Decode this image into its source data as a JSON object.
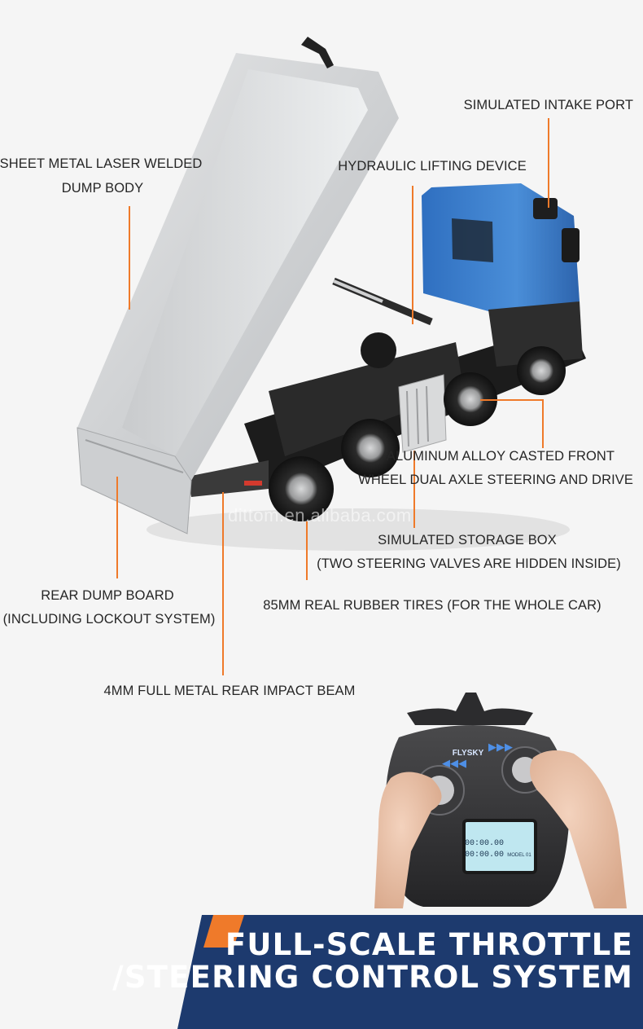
{
  "callouts": {
    "dump_body_line1": "SHEET METAL LASER WELDED",
    "dump_body_line2": "DUMP BODY",
    "hydraulic": "HYDRAULIC LIFTING DEVICE",
    "intake": "SIMULATED INTAKE PORT",
    "front_axle_line1": "ALUMINUM ALLOY CASTED FRONT",
    "front_axle_line2": "WHEEL DUAL AXLE STEERING AND DRIVE",
    "storage_line1": "SIMULATED STORAGE BOX",
    "storage_line2": "(TWO STEERING VALVES ARE HIDDEN INSIDE)",
    "tires": "85MM REAL RUBBER TIRES (FOR THE WHOLE CAR)",
    "rear_board_line1": "REAR DUMP BOARD",
    "rear_board_line2": "(INCLUDING LOCKOUT SYSTEM)",
    "impact_beam": "4MM FULL METAL REAR IMPACT BEAM"
  },
  "watermark": "dittom.en.alibaba.com",
  "remote": {
    "brand": "FLYSKY",
    "screen_line1": "00:00.00",
    "screen_line2": "00:00.00",
    "screen_tag": "MODEL 01"
  },
  "banner": {
    "line1": "FULL-SCALE THROTTLE",
    "line2": "/STEERING CONTROL SYSTEM"
  },
  "colors": {
    "leader": "#ef7a2a",
    "banner_navy": "#1d3a6e",
    "banner_accent": "#ef7a2a",
    "cab_blue": "#3b7fd0"
  }
}
